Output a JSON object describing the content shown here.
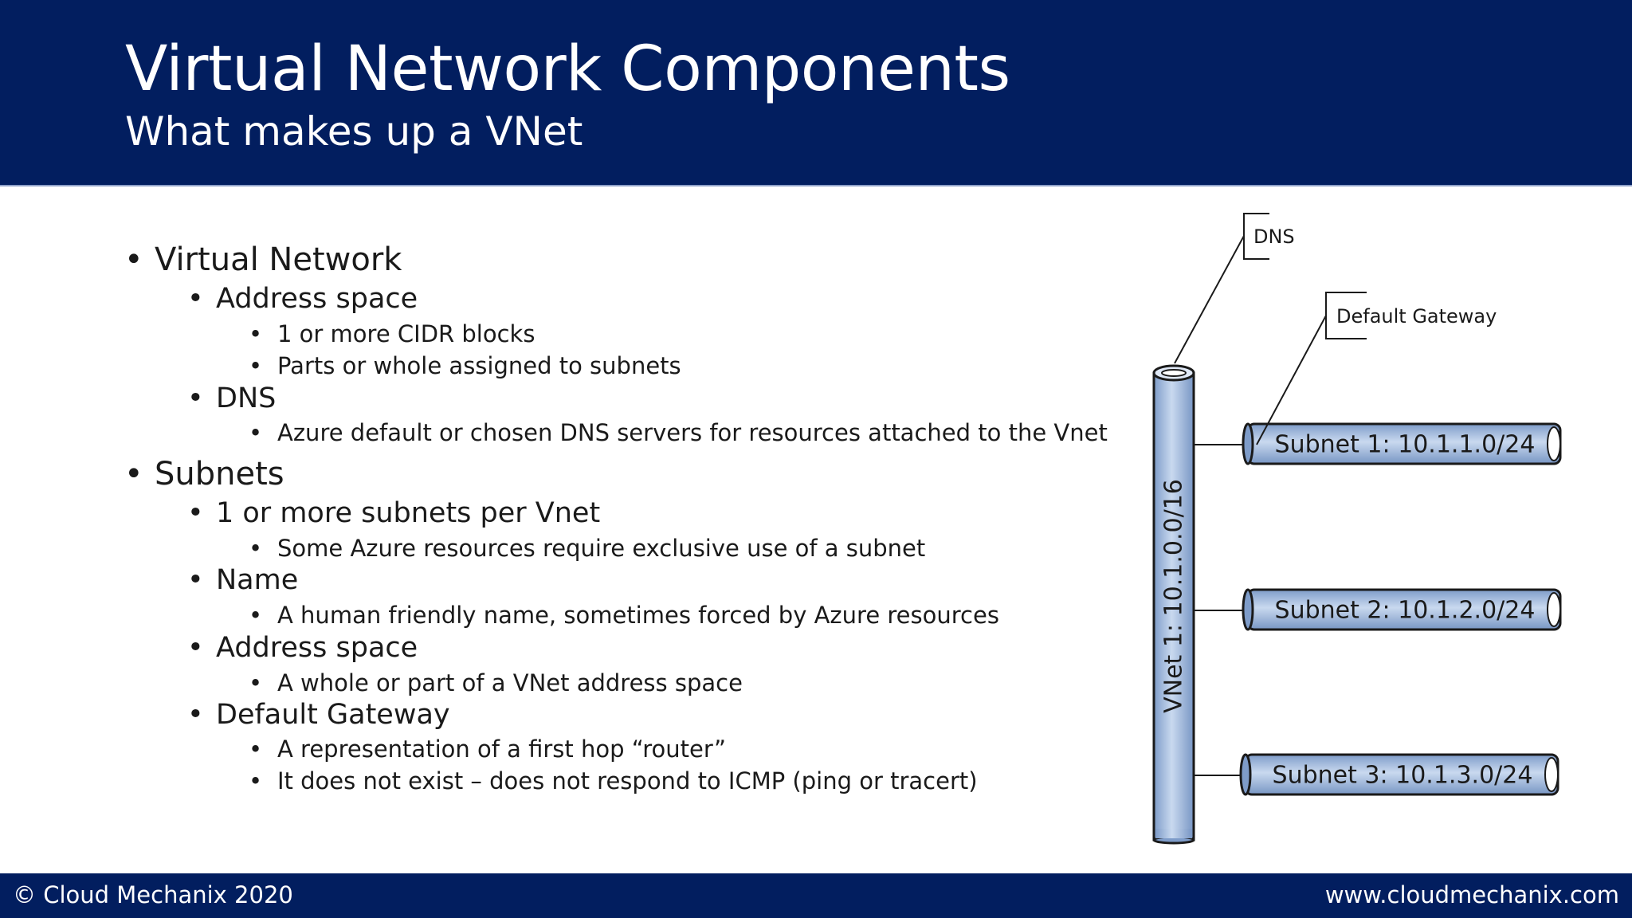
{
  "header": {
    "title": "Virtual Network Components",
    "subtitle": "What makes up a VNet"
  },
  "bullets": [
    {
      "level": 1,
      "text": "Virtual Network"
    },
    {
      "level": 2,
      "text": "Address space"
    },
    {
      "level": 3,
      "text": "1 or more CIDR blocks"
    },
    {
      "level": 3,
      "text": "Parts or whole assigned to subnets"
    },
    {
      "level": 2,
      "text": "DNS"
    },
    {
      "level": 3,
      "text": "Azure default or chosen DNS servers for resources attached to the Vnet"
    },
    {
      "level": 1,
      "text": "Subnets"
    },
    {
      "level": 2,
      "text": "1 or more subnets per Vnet"
    },
    {
      "level": 3,
      "text": "Some Azure resources require exclusive use of a subnet"
    },
    {
      "level": 2,
      "text": "Name"
    },
    {
      "level": 3,
      "text": "A human friendly name, sometimes forced by Azure resources"
    },
    {
      "level": 2,
      "text": "Address space"
    },
    {
      "level": 3,
      "text": "A whole or part of a VNet address space"
    },
    {
      "level": 2,
      "text": "Default Gateway"
    },
    {
      "level": 3,
      "text": "A representation of a first hop “router”"
    },
    {
      "level": 3,
      "text": "It does not exist – does not respond to ICMP (ping or tracert)"
    }
  ],
  "diagram": {
    "vnet_label": "VNet 1: 10.1.0.0/16",
    "dns_callout": "DNS",
    "gateway_callout": "Default Gateway",
    "subnets": [
      {
        "label": "Subnet 1: 10.1.1.0/24"
      },
      {
        "label": "Subnet 2: 10.1.2.0/24"
      },
      {
        "label": "Subnet 3: 10.1.3.0/24"
      }
    ],
    "colors": {
      "pipe_fill": "#b7cbe7",
      "pipe_stroke": "#1a1a1a"
    }
  },
  "footer": {
    "copyright": "© Cloud Mechanix 2020",
    "website": "www.cloudmechanix.com"
  }
}
